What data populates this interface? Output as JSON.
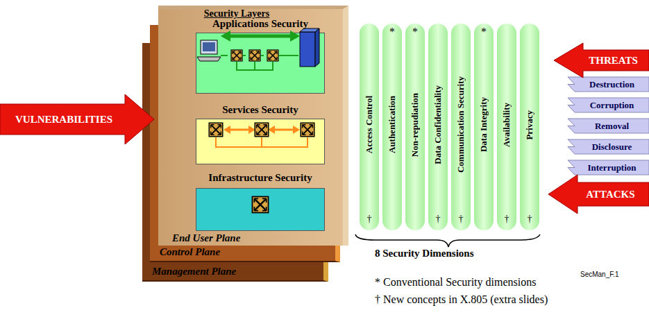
{
  "diagram": {
    "nodes": [
      {
        "text": [
          "VULNERABILITIES"
        ]
      },
      {
        "text": [
          "Management Plane"
        ]
      },
      {
        "text": [
          "Control Plane"
        ]
      },
      {
        "text": [
          "Security Layers",
          "End User Plane"
        ]
      },
      {
        "text": [
          "Applications Security"
        ],
        "in": 3
      },
      {
        "text": [
          "Services Security"
        ],
        "in": 3
      },
      {
        "text": [
          "Infrastructure Security"
        ],
        "in": 3
      },
      {
        "text": [
          "Access Control",
          "†"
        ]
      },
      {
        "text": [
          "*",
          "Authentication"
        ]
      },
      {
        "text": [
          "*",
          "Non-repudiation"
        ]
      },
      {
        "text": [
          "Data Confidentiality",
          "†"
        ]
      },
      {
        "text": [
          "Communication Security",
          "†"
        ]
      },
      {
        "text": [
          "*",
          "Data Integrity"
        ]
      },
      {
        "text": [
          "Availability",
          "†"
        ]
      },
      {
        "text": [
          "Privacy",
          "†"
        ]
      },
      {
        "text": [
          "THREATS"
        ]
      },
      {
        "text": [
          "Destruction"
        ]
      },
      {
        "text": [
          "Corruption"
        ]
      },
      {
        "text": [
          "Removal"
        ]
      },
      {
        "text": [
          "Disclosure"
        ]
      },
      {
        "text": [
          "Interruption"
        ]
      },
      {
        "text": [
          "ATTACKS"
        ]
      }
    ],
    "labels": [
      "8 Security Dimensions",
      "SecMan_F.1",
      "* Conventional Security dimensions",
      "† New concepts in X.805 (extra slides)"
    ]
  }
}
